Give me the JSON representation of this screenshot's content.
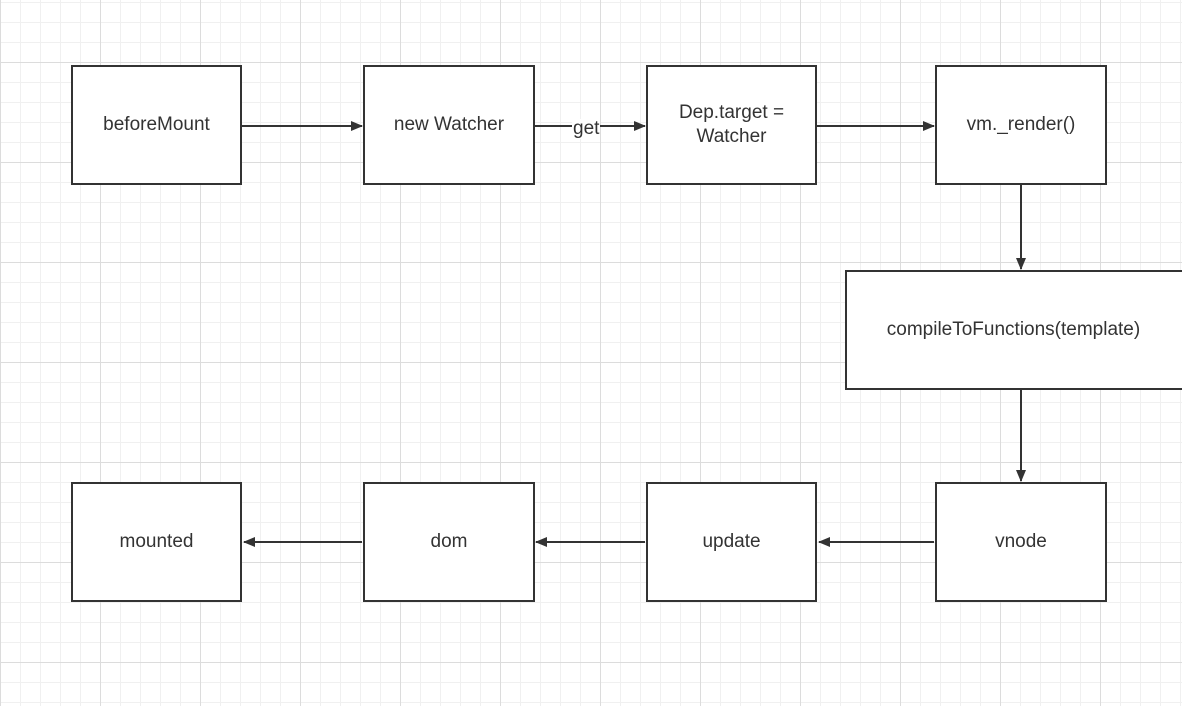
{
  "nodes": {
    "before_mount": "beforeMount",
    "new_watcher": "new Watcher",
    "dep_target": "Dep.target =\nWatcher",
    "vm_render": "vm._render()",
    "compile": "compileToFunctions(template)",
    "vnode": "vnode",
    "update": "update",
    "dom": "dom",
    "mounted": "mounted"
  },
  "edge_labels": {
    "get": "get"
  },
  "colors": {
    "stroke": "#333333",
    "grid_major": "#dcdcdc",
    "grid_minor": "#f0f0f0"
  }
}
